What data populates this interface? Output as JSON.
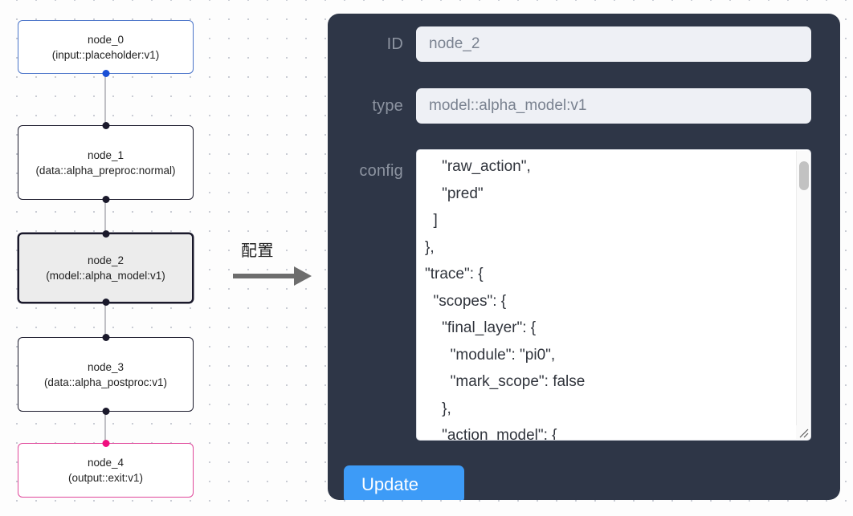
{
  "canvas": {
    "nodes": [
      {
        "id": "node_0",
        "title": "node_0",
        "subtitle": "(input::placeholder:v1)",
        "kind": "input",
        "selected": false
      },
      {
        "id": "node_1",
        "title": "node_1",
        "subtitle": "(data::alpha_preproc:normal)",
        "kind": "default",
        "selected": false
      },
      {
        "id": "node_2",
        "title": "node_2",
        "subtitle": "(model::alpha_model:v1)",
        "kind": "default",
        "selected": true
      },
      {
        "id": "node_3",
        "title": "node_3",
        "subtitle": "(data::alpha_postproc:v1)",
        "kind": "default",
        "selected": false
      },
      {
        "id": "node_4",
        "title": "node_4",
        "subtitle": "(output::exit:v1)",
        "kind": "output",
        "selected": false
      }
    ],
    "node_labels": {
      "n0": "node_0\n(input::placeholder:v1)",
      "n1": "node_1\n(data::alpha_preproc:normal)",
      "n2": "node_2\n(model::alpha_model:v1)",
      "n3": "node_3\n(data::alpha_postproc:v1)",
      "n4": "node_4\n(output::exit:v1)"
    },
    "colors": {
      "input_border": "#4a74c9",
      "output_border": "#e0489b",
      "default_border": "#1a192b",
      "selected_fill": "#ececec",
      "handle_default": "#1a192b",
      "handle_input": "#1a4fd6",
      "handle_output": "#f00f7f",
      "edge": "#b1b1b7",
      "grid_dot": "#c9ccd4"
    }
  },
  "annotation": {
    "label": "配置",
    "arrow_color": "#6d6d6d"
  },
  "panel": {
    "background": "#2e3647",
    "fields": {
      "id": {
        "label": "ID",
        "value": "node_2"
      },
      "type": {
        "label": "type",
        "value": "model::alpha_model:v1"
      },
      "config": {
        "label": "config",
        "value": "    \"raw_action\",\n    \"pred\"\n  ]\n},\n\"trace\": {\n  \"scopes\": {\n    \"final_layer\": {\n      \"module\": \"pi0\",\n      \"mark_scope\": false\n    },\n    \"action_model\": {"
      }
    },
    "update_button": {
      "label": "Update",
      "color": "#3d9bf7"
    }
  }
}
